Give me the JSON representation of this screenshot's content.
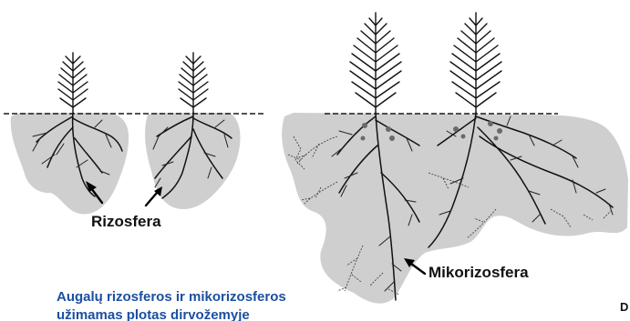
{
  "labels": {
    "rhizosphere": "Rizosfera",
    "mycorrhizosphere": "Mikorizosfera"
  },
  "caption": {
    "line1": "Augalų rizosferos ir mikorizosferos",
    "line2": "užimamas plotas dirvožemyje"
  },
  "corner_text": "D",
  "colors": {
    "zone_fill": "#cfcfcf",
    "caption_text": "#1c4fa0",
    "line_ink": "#111111"
  }
}
